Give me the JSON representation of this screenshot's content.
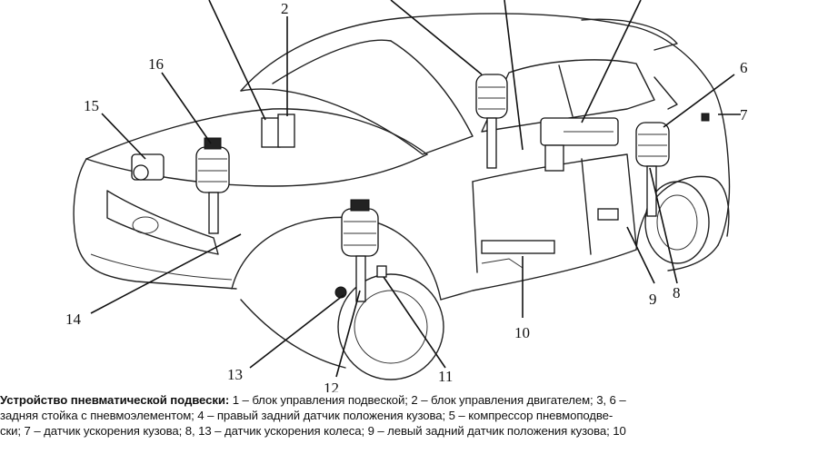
{
  "callouts": [
    "2",
    "16",
    "15",
    "6",
    "7",
    "14",
    "13",
    "12",
    "11",
    "10",
    "9",
    "8"
  ],
  "caption": {
    "lead": "Устройство пневматической подвески:",
    "line1_rest": " 1 – блок управления подвеской; 2 – блок управления двигателем; 3, 6 –",
    "line2": "задняя стойка с пневмоэлементом; 4 – правый задний датчик положения кузова; 5 – компрессор пневмоподве-",
    "line3": "ски; 7 – датчик ускорения кузова; 8, 13 – датчик ускорения колеса; 9 – левый задний датчик положения кузова; 10"
  },
  "colors": {
    "line": "#111111",
    "background": "#ffffff"
  }
}
